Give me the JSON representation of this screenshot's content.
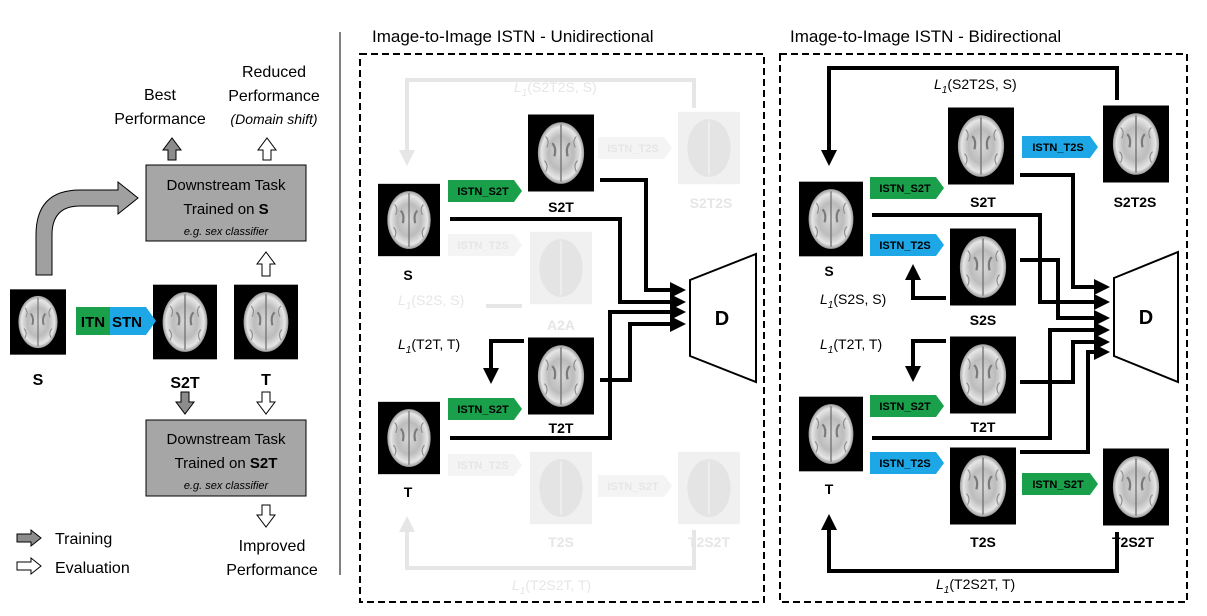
{
  "left_panel": {
    "best_performance": [
      "Best",
      "Performance"
    ],
    "reduced_performance": [
      "Reduced",
      "Performance"
    ],
    "domain_shift": "(Domain shift)",
    "task_top": {
      "line1": "Downstream Task",
      "line2_prefix": "Trained on ",
      "line2_bold": "S",
      "example": "e.g. sex classifier"
    },
    "task_bottom": {
      "line1": "Downstream Task",
      "line2_prefix": "Trained on ",
      "line2_bold": "S2T",
      "example": "e.g. sex classifier"
    },
    "itn_label": "ITN",
    "stn_label": "STN",
    "images": {
      "s": "S",
      "s2t": "S2T",
      "t": "T"
    },
    "improved_performance": [
      "Improved",
      "Performance"
    ],
    "legend": {
      "training": "Training",
      "evaluation": "Evaluation"
    }
  },
  "uni_panel": {
    "title": "Image-to-Image ISTN - Unidirectional",
    "tag_istn_s2t": "ISTN_S2T",
    "tag_istn_t2s": "ISTN_T2S",
    "loss_s2t2s": "(S2T2S, S)",
    "loss_s2s": "(S2S, S)",
    "loss_t2t": "(T2T, T)",
    "loss_t2s2t": "(T2S2T, T)",
    "loss_symbol": "L",
    "loss_sub": "1",
    "images": {
      "s": "S",
      "s2t": "S2T",
      "s2t2s": "S2T2S",
      "a2a": "A2A",
      "t": "T",
      "t2t": "T2T",
      "t2s": "T2S",
      "t2s2t": "T2S2T"
    },
    "discriminator": "D"
  },
  "bi_panel": {
    "title": "Image-to-Image ISTN - Bidirectional",
    "tag_istn_s2t": "ISTN_S2T",
    "tag_istn_t2s": "ISTN_T2S",
    "loss_s2t2s": "(S2T2S, S)",
    "loss_s2s": "(S2S, S)",
    "loss_t2t": "(T2T, T)",
    "loss_t2s2t": "(T2S2T, T)",
    "loss_symbol": "L",
    "loss_sub": "1",
    "images": {
      "s": "S",
      "s2t": "S2T",
      "s2t2s": "S2T2S",
      "s2s": "S2S",
      "t": "T",
      "t2t": "T2T",
      "t2s": "T2S",
      "t2s2t": "T2S2T"
    },
    "discriminator": "D"
  },
  "colors": {
    "itn_green": "#1aa04a",
    "stn_blue": "#1ea7e6",
    "task_gray": "#a6a6a6",
    "faded": "#e6e6e6"
  }
}
